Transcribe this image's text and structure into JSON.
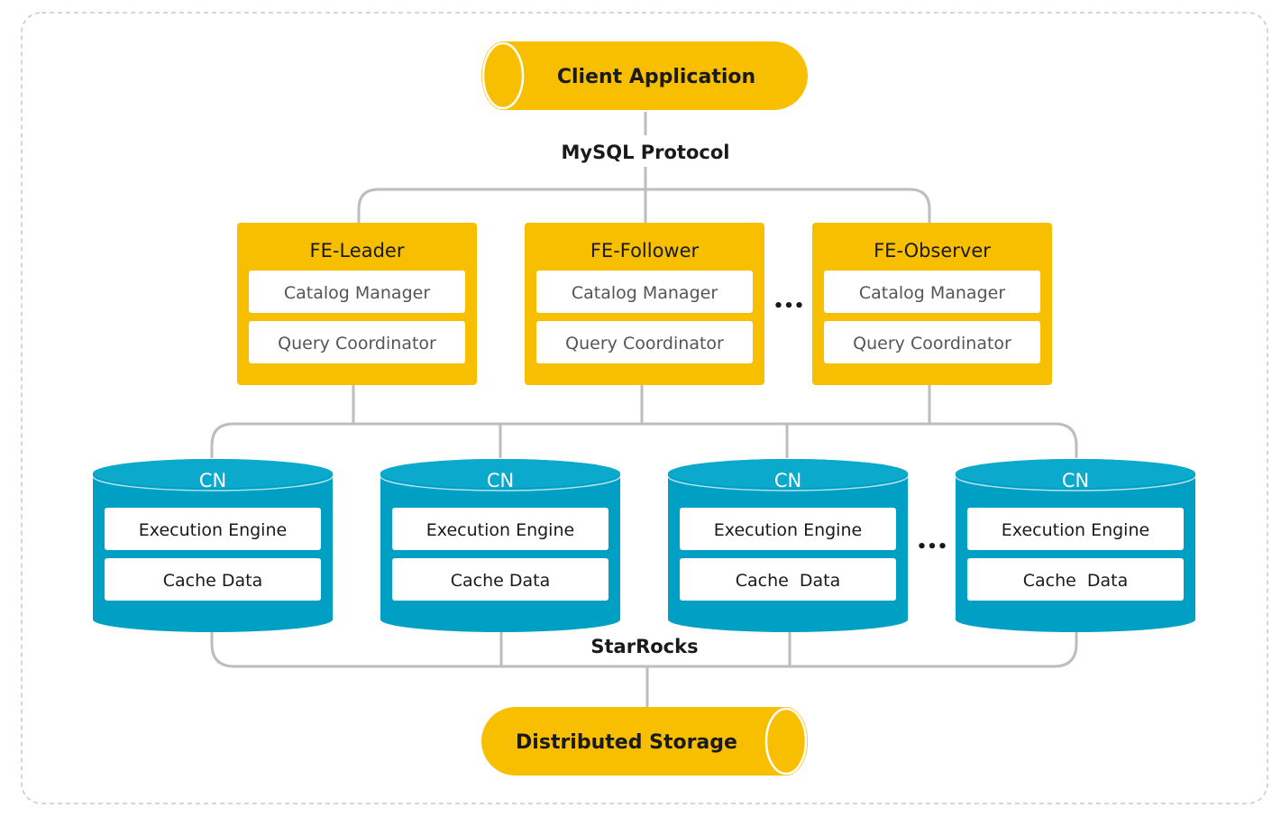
{
  "colors": {
    "accent_yellow": "#F8BE00",
    "cn_blue": "#00A0C4",
    "cn_blue_top": "#0BA9CB",
    "connector_gray": "#BDBDBD",
    "frame_dash": "#C8C8C8",
    "inner_text": "#555555",
    "dark_text": "#1A1A1A",
    "white": "#FFFFFF"
  },
  "client": {
    "label": "Client Application"
  },
  "protocol_label": "MySQL Protocol",
  "frontends": [
    {
      "title": "FE-Leader",
      "catalog": "Catalog Manager",
      "coordinator": "Query Coordinator"
    },
    {
      "title": "FE-Follower",
      "catalog": "Catalog Manager",
      "coordinator": "Query Coordinator"
    },
    {
      "title": "FE-Observer",
      "catalog": "Catalog Manager",
      "coordinator": "Query Coordinator"
    }
  ],
  "compute_nodes": [
    {
      "title": "CN",
      "engine": "Execution Engine",
      "cache": "Cache Data"
    },
    {
      "title": "CN",
      "engine": "Execution Engine",
      "cache": "Cache Data"
    },
    {
      "title": "CN",
      "engine": "Execution Engine",
      "cache": "Cache  Data"
    },
    {
      "title": "CN",
      "engine": "Execution Engine",
      "cache": "Cache  Data"
    }
  ],
  "system_label": "StarRocks",
  "storage": {
    "label": "Distributed Storage"
  },
  "ellipsis": "•••",
  "icons": {
    "ellipsis": "ellipsis-icon"
  }
}
